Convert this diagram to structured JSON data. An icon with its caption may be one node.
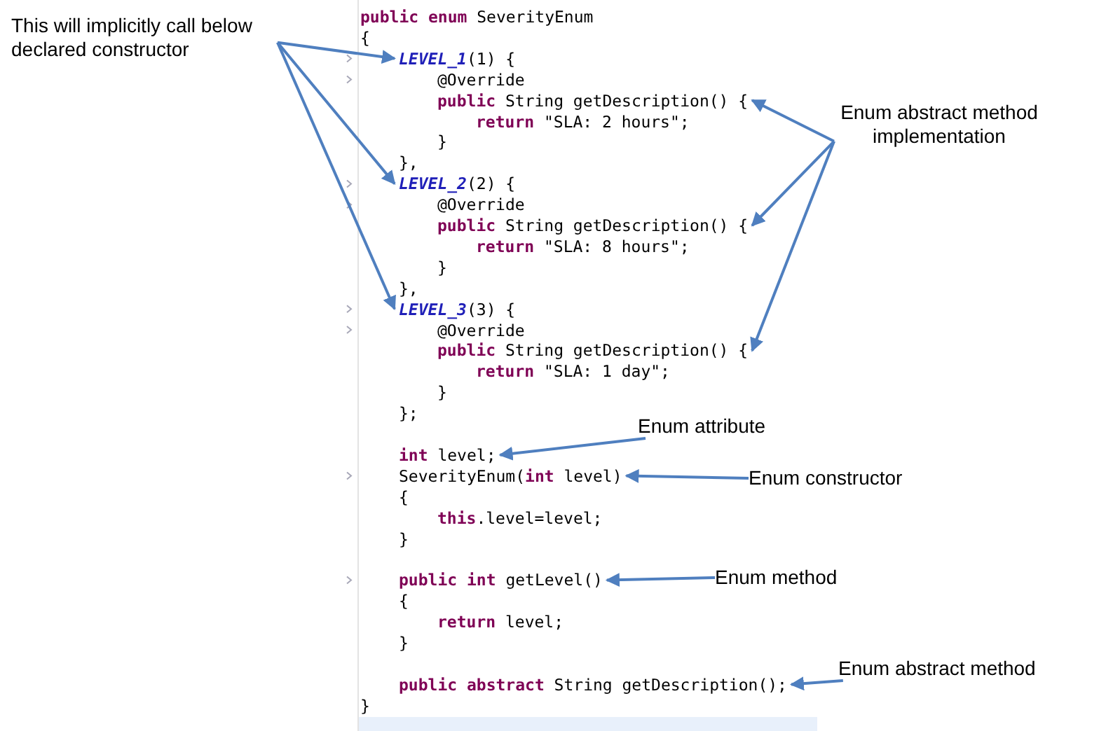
{
  "diagram": {
    "nodes": [
      {
        "text": [
          "This will implicitly call below declared constructor"
        ]
      },
      {
        "text": [
          "*LEVEL_1*(1) {"
        ]
      },
      {
        "text": [
          "**public** String getDescription() {"
        ]
      },
      {
        "text": [
          "Enum abstract method implementation"
        ]
      },
      {
        "text": [
          "*LEVEL_2*(2) {"
        ]
      },
      {
        "text": [
          "**public** String getDescription() {"
        ]
      },
      {
        "text": [
          "*LEVEL_3*(3) {"
        ]
      },
      {
        "text": [
          "**public** String getDescription() {"
        ]
      },
      {
        "text": [
          "Enum attribute"
        ]
      },
      {
        "text": [
          "**int** level;"
        ]
      },
      {
        "text": [
          "SeverityEnum(**int** level)"
        ]
      },
      {
        "text": [
          "Enum constructor"
        ]
      },
      {
        "text": [
          "**public** **int** getLevel()"
        ]
      },
      {
        "text": [
          "Enum method"
        ]
      },
      {
        "text": [
          "Enum abstract method"
        ]
      },
      {
        "text": [
          "**public** **abstract** String getDescription();"
        ]
      }
    ],
    "edges": [
      {
        "from": 0,
        "to": 1,
        "arrow": "to"
      },
      {
        "from": 0,
        "to": 4,
        "arrow": "to"
      },
      {
        "from": 0,
        "to": 6,
        "arrow": "to"
      },
      {
        "from": 3,
        "to": 2,
        "arrow": "to"
      },
      {
        "from": 3,
        "to": 5,
        "arrow": "to"
      },
      {
        "from": 3,
        "to": 7,
        "arrow": "to"
      },
      {
        "from": 8,
        "to": 9,
        "arrow": "to"
      },
      {
        "from": 11,
        "to": 10,
        "arrow": "to"
      },
      {
        "from": 13,
        "to": 12,
        "arrow": "to"
      },
      {
        "from": 14,
        "to": 15,
        "arrow": "to"
      }
    ],
    "labels": [
      "**public** **enum** SeverityEnum",
      "{",
      "@Override",
      "**return** \"SLA: 2 hours\";",
      "}",
      "},",
      "@Override",
      "**return** \"SLA: 8 hours\";",
      "}",
      "},",
      "@Override",
      "**return** \"SLA: 1 day\";",
      "}",
      "};",
      "{",
      "**this**.level=level;",
      "}",
      "{",
      "**return** level;",
      "}",
      "}"
    ]
  }
}
